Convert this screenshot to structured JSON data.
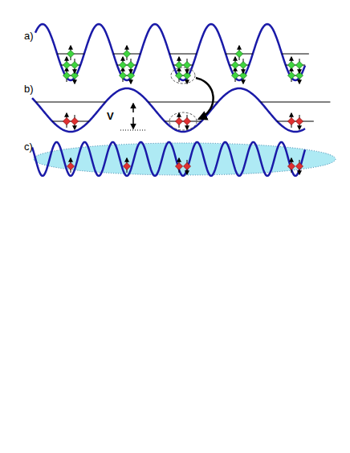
{
  "diagram": {
    "labels": [
      "a)",
      "b)",
      "c)",
      "V"
    ]
  }
}
